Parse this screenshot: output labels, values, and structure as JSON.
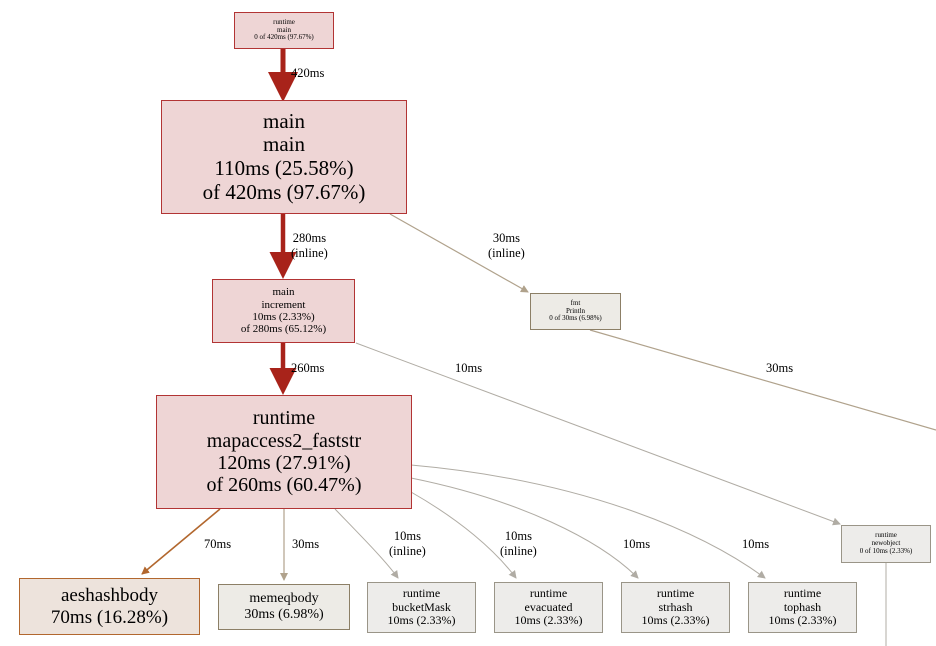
{
  "nodes": {
    "runtime_main": {
      "lines": [
        "runtime",
        "main",
        "0 of 420ms (97.67%)"
      ]
    },
    "main_main": {
      "lines": [
        "main",
        "main",
        "110ms (25.58%)",
        "of 420ms (97.67%)"
      ]
    },
    "main_increment": {
      "lines": [
        "main",
        "increment",
        "10ms (2.33%)",
        "of 280ms (65.12%)"
      ]
    },
    "fmt_println": {
      "lines": [
        "fmt",
        "Println",
        "0 of 30ms (6.98%)"
      ]
    },
    "mapaccess": {
      "lines": [
        "runtime",
        "mapaccess2_faststr",
        "120ms (27.91%)",
        "of 260ms (60.47%)"
      ]
    },
    "newobject": {
      "lines": [
        "runtime",
        "newobject",
        "0 of 10ms (2.33%)"
      ]
    },
    "aeshashbody": {
      "lines": [
        "aeshashbody",
        "70ms (16.28%)"
      ]
    },
    "memeqbody": {
      "lines": [
        "memeqbody",
        "30ms (6.98%)"
      ]
    },
    "bucketmask": {
      "lines": [
        "runtime",
        "bucketMask",
        "10ms (2.33%)"
      ]
    },
    "evacuated": {
      "lines": [
        "runtime",
        "evacuated",
        "10ms (2.33%)"
      ]
    },
    "strhash": {
      "lines": [
        "runtime",
        "strhash",
        "10ms (2.33%)"
      ]
    },
    "tophash": {
      "lines": [
        "runtime",
        "tophash",
        "10ms (2.33%)"
      ]
    }
  },
  "edges": {
    "runtime_main_to_main": {
      "lines": [
        "420ms"
      ]
    },
    "main_to_increment": {
      "lines": [
        "280ms",
        "(inline)"
      ]
    },
    "main_to_println": {
      "lines": [
        "30ms",
        "(inline)"
      ]
    },
    "println_out": {
      "lines": [
        "30ms"
      ]
    },
    "increment_to_mapaccess": {
      "lines": [
        "260ms"
      ]
    },
    "increment_to_newobject": {
      "lines": [
        "10ms"
      ]
    },
    "mapaccess_to_aeshashbody": {
      "lines": [
        "70ms"
      ]
    },
    "mapaccess_to_memeqbody": {
      "lines": [
        "30ms"
      ]
    },
    "mapaccess_to_bucketmask": {
      "lines": [
        "10ms",
        "(inline)"
      ]
    },
    "mapaccess_to_evacuated": {
      "lines": [
        "10ms",
        "(inline)"
      ]
    },
    "mapaccess_to_strhash": {
      "lines": [
        "10ms"
      ]
    },
    "mapaccess_to_tophash": {
      "lines": [
        "10ms"
      ]
    }
  },
  "colors": {
    "hot_edge": "#a8231a",
    "warm_edge": "#b2672e",
    "cool_edge": "#b0a28c",
    "cold_edge": "#b0aca4"
  }
}
